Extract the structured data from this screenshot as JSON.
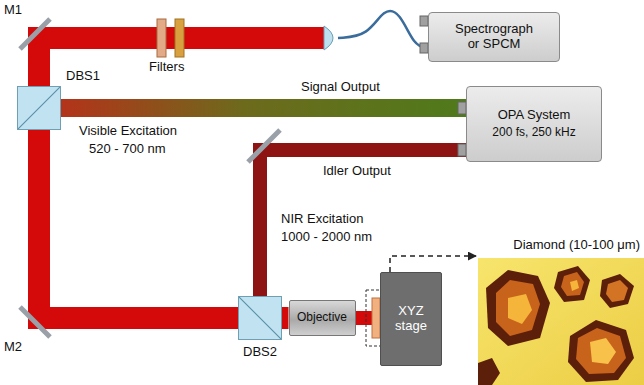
{
  "diagram": {
    "nodes": [
      {
        "text": [
          "Spectrograph or SPCM"
        ]
      },
      {
        "text": [
          "DBS1"
        ]
      },
      {
        "text": [
          "OPA System",
          "200 fs, 250 kHz"
        ]
      },
      {
        "text": [
          "DBS2"
        ]
      },
      {
        "text": [
          "Objective"
        ]
      },
      {
        "text": [
          "XYZ stage"
        ]
      },
      {
        "text": [
          "Diamond (10-100 μm)"
        ]
      }
    ],
    "edges": [
      {
        "from": 2,
        "to": 1,
        "label": "Signal Output",
        "arrow": "none"
      },
      {
        "from": 2,
        "to": 3,
        "label": "Idler Output",
        "arrow": "none"
      },
      {
        "from": 3,
        "to": 4,
        "arrow": "none"
      },
      {
        "from": 4,
        "to": 5,
        "arrow": "none"
      },
      {
        "from": 5,
        "to": 6,
        "arrow": "to"
      },
      {
        "from": 3,
        "to": 1,
        "arrow": "none"
      },
      {
        "from": 1,
        "to": 0,
        "arrow": "none"
      }
    ],
    "labels": [
      "M1",
      "Filters",
      "Visible Excitation",
      "520 - 700 nm",
      "NIR Excitation",
      "1000 - 2000 nm",
      "M2"
    ]
  }
}
